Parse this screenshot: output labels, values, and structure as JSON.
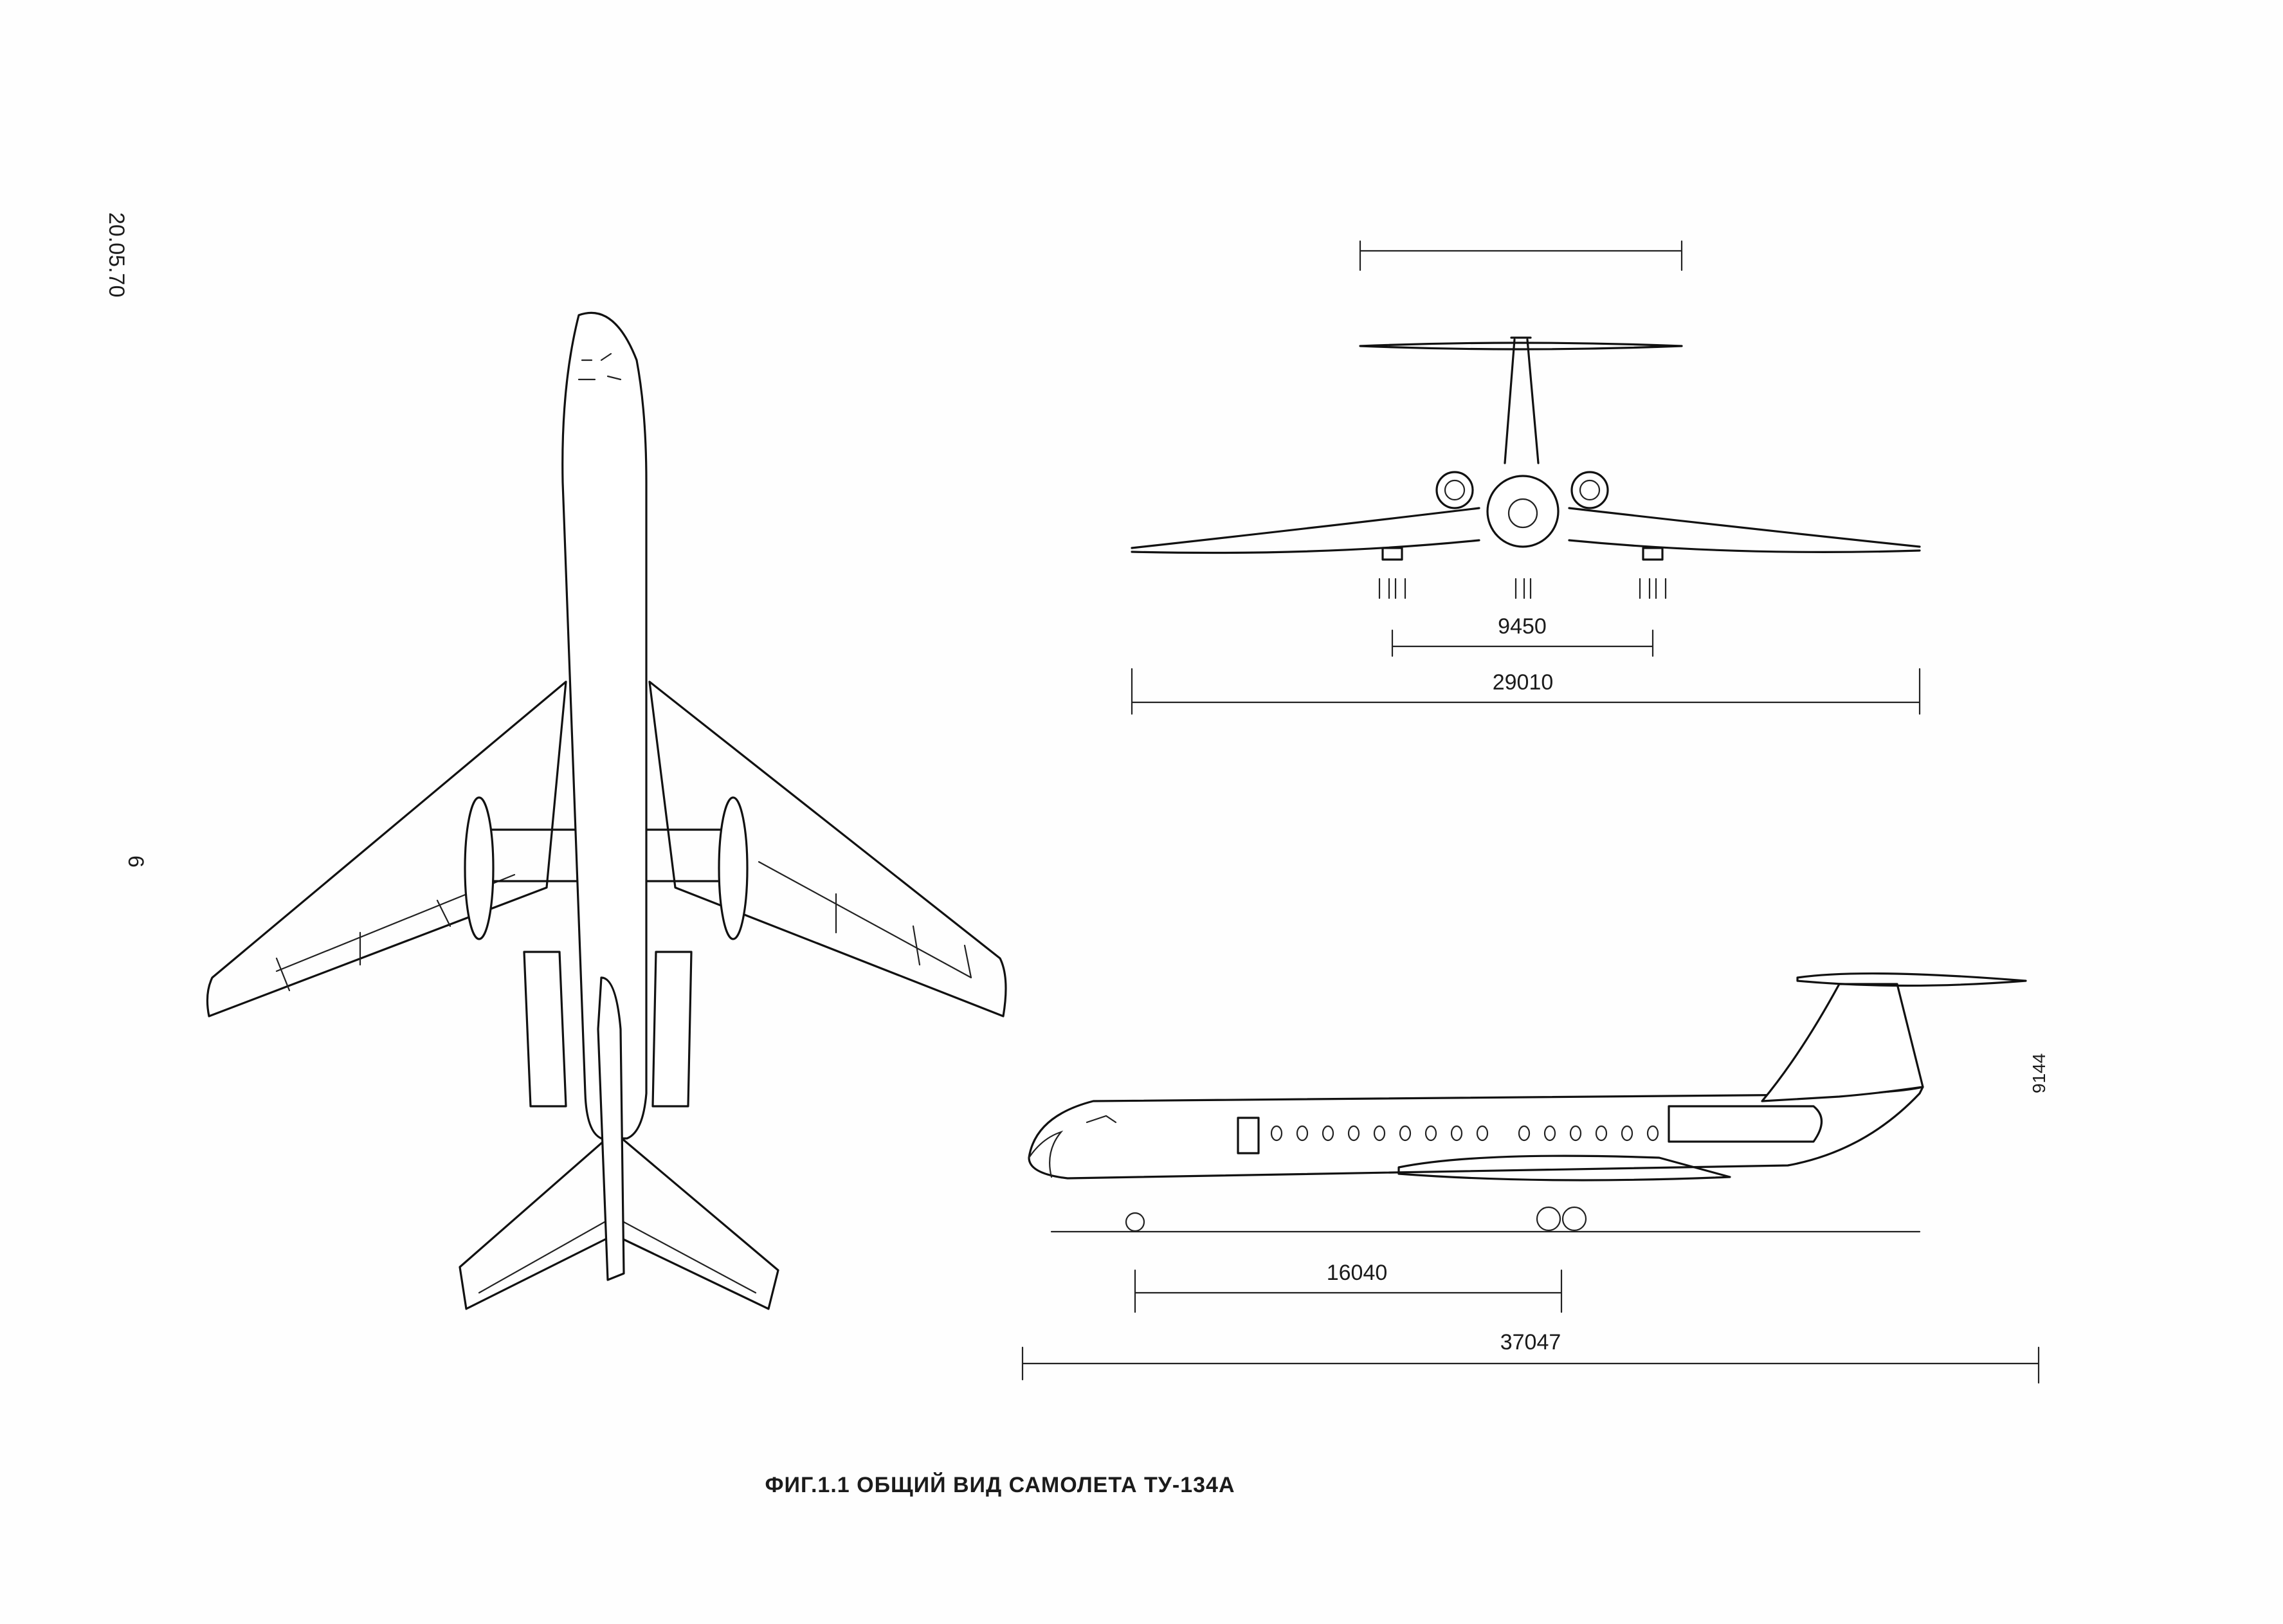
{
  "caption": "ФИГ.1.1 ОБЩИЙ ВИД САМОЛЕТА ТУ-134А",
  "margin_notes": {
    "date": "20.05.70",
    "page_number": "6",
    "drawing_code": "9144"
  },
  "front_view": {
    "dim_gear_track": "9450",
    "dim_wingspan": "29010"
  },
  "side_view": {
    "dim_wheelbase": "16040",
    "dim_length": "37047"
  }
}
